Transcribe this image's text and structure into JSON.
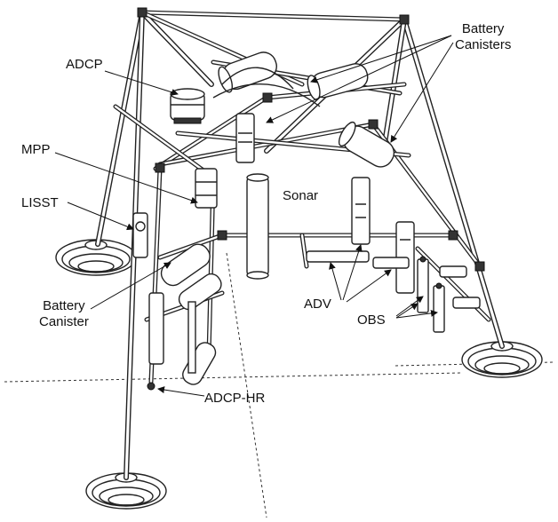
{
  "labels": {
    "adcp": "ADCP",
    "battery_canisters": [
      "Battery",
      "Canisters"
    ],
    "mpp": "MPP",
    "lisst": "LISST",
    "sonar": "Sonar",
    "battery_canister": [
      "Battery",
      "Canister"
    ],
    "adv": "ADV",
    "obs": "OBS",
    "adcp_hr": "ADCP-HR"
  }
}
